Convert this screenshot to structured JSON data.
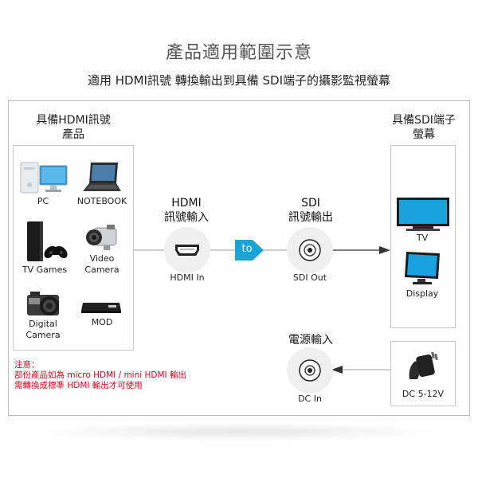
{
  "header": {
    "title": "產品適用範圍示意",
    "subtitle": "適用 HDMI訊號 轉換輸出到具備 SDI端子的攝影監視螢幕"
  },
  "source": {
    "heading_line1": "具備HDMI訊號",
    "heading_line2": "產品",
    "devices": {
      "pc": "PC",
      "notebook": "NOTEBOOK",
      "tv_games": "TV Games",
      "video_camera_line1": "Video",
      "video_camera_line2": "Camera",
      "digital_camera_line1": "Digital",
      "digital_camera_line2": "Camera",
      "mod": "MOD"
    }
  },
  "converter": {
    "hdmi_line1": "HDMI",
    "hdmi_line2": "訊號輸入",
    "hdmi_port": "HDMI In",
    "to_badge": "to",
    "sdi_line1": "SDI",
    "sdi_line2": "訊號輸出",
    "sdi_port": "SDI Out",
    "power_heading": "電源輸入",
    "dc_port": "DC In"
  },
  "destination": {
    "heading_line1": "具備SDI端子",
    "heading_line2": "螢幕",
    "tv": "TV",
    "display": "Display"
  },
  "power_supply": {
    "label": "DC 5-12V"
  },
  "note": {
    "line1": "注意：",
    "line2": "部份產品如為 micro HDMI / mini HDMI 輸出",
    "line3": "需轉換成標準 HDMI 輸出才可使用"
  },
  "colors": {
    "note_red": "#e3001b",
    "badge_blue": "#1aa3d8",
    "screen_blue": "#19a2e0"
  }
}
